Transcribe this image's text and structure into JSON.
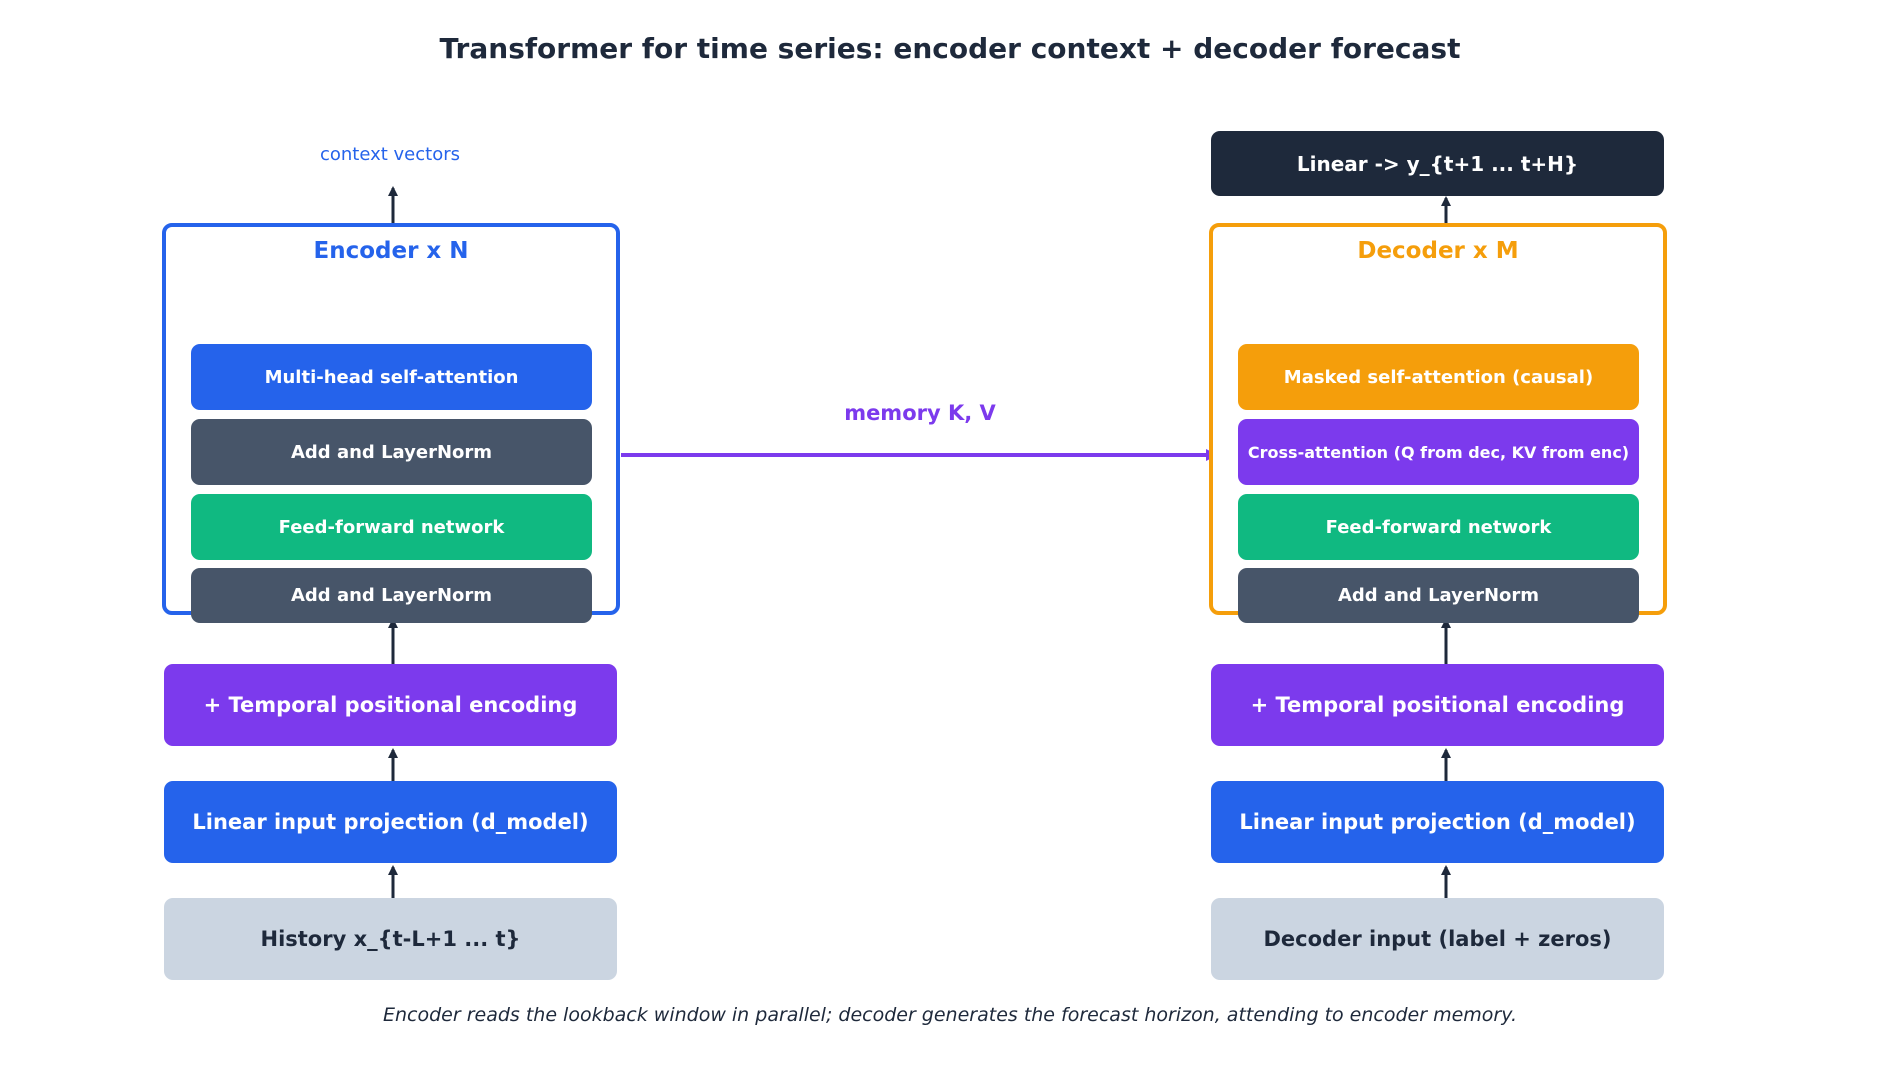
{
  "title": "Transformer for time series: encoder context + decoder forecast",
  "caption": "Encoder reads the lookback window in parallel; decoder generates the forecast horizon, attending to encoder memory.",
  "encoder": {
    "output_label": "context vectors",
    "stack_title": "Encoder x N",
    "layers": [
      "Multi-head self-attention",
      "Add and LayerNorm",
      "Feed-forward network",
      "Add and LayerNorm"
    ],
    "positional": "+ Temporal positional encoding",
    "projection": "Linear input projection (d_model)",
    "input": "History x_{t-L+1 ... t}"
  },
  "decoder": {
    "output": "Linear -> y_{t+1 ... t+H}",
    "stack_title": "Decoder x M",
    "layers": [
      "Masked self-attention (causal)",
      "Cross-attention (Q from dec, KV from enc)",
      "Feed-forward network",
      "Add and LayerNorm"
    ],
    "positional": "+ Temporal positional encoding",
    "projection": "Linear input projection (d_model)",
    "input": "Decoder input (label + zeros)"
  },
  "memory_label": "memory K, V",
  "colors": {
    "encoder_accent": "#2563eb",
    "decoder_accent": "#f59e0b",
    "attention": "#2563eb",
    "norm": "#475569",
    "ffn": "#10b981",
    "positional": "#7c3aed",
    "cross_attention": "#7c3aed",
    "output_head": "#1e293b",
    "input": "#cbd5e1",
    "memory_arrow": "#7c3aed",
    "flow_arrow": "#1e293b"
  }
}
